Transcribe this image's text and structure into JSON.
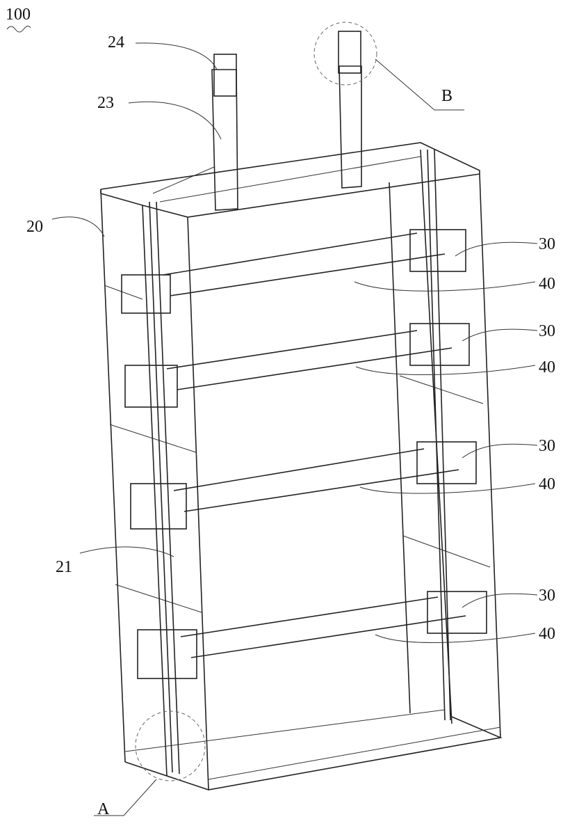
{
  "figure": {
    "id_label": "100",
    "labels": {
      "l24": "24",
      "l23": "23",
      "lB": "B",
      "l20": "20",
      "l30a": "30",
      "l40a": "40",
      "l30b": "30",
      "l40b": "40",
      "l30c": "30",
      "l40c": "40",
      "l21": "21",
      "l30d": "30",
      "l40d": "40",
      "lA": "A"
    },
    "bar_count": 4
  }
}
